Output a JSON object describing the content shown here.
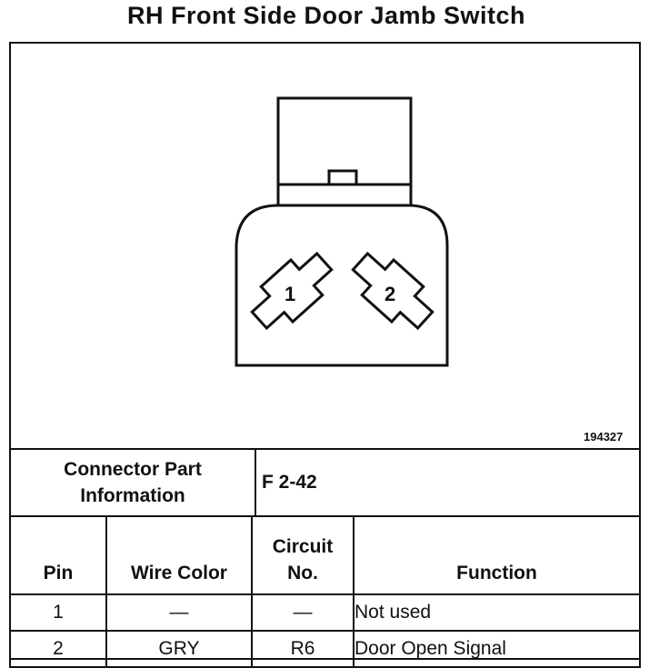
{
  "title": "RH Front Side Door Jamb Switch",
  "diagram": {
    "reference_number": "194327",
    "pin_labels": [
      "1",
      "2"
    ]
  },
  "connector_info": {
    "label_line1": "Connector Part",
    "label_line2": "Information",
    "value": "F 2-42"
  },
  "pin_table": {
    "headers": {
      "pin": "Pin",
      "wire_color": "Wire Color",
      "circuit_line1": "Circuit",
      "circuit_line2": "No.",
      "function": "Function"
    },
    "rows": [
      {
        "pin": "1",
        "wire_color": "—",
        "circuit": "—",
        "function": "Not used"
      },
      {
        "pin": "2",
        "wire_color": "GRY",
        "circuit": "R6",
        "function": "Door Open Signal"
      }
    ]
  }
}
